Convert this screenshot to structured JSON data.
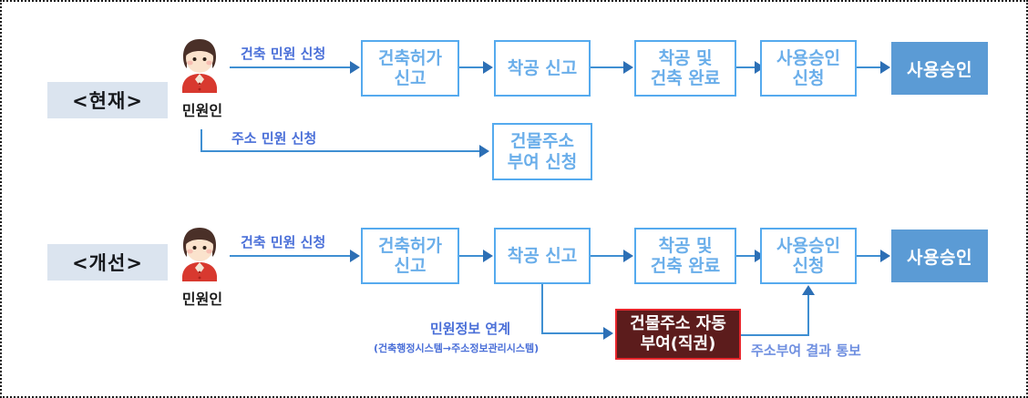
{
  "diagram": {
    "rows": [
      {
        "phase_label": "<현재>",
        "actor_caption": "민원인",
        "boxes": [
          {
            "name": "building-permit-report",
            "text": "건축허가\n신고"
          },
          {
            "name": "construction-start-report",
            "text": "착공 신고"
          },
          {
            "name": "construction-start-and-completion",
            "text": "착공 및\n건축 완료"
          },
          {
            "name": "use-approval-request",
            "text": "사용승인\n신청"
          },
          {
            "name": "use-approval",
            "text": "사용승인"
          },
          {
            "name": "building-address-assignment-request",
            "text": "건물주소\n부여 신청"
          }
        ],
        "edge_labels": [
          {
            "name": "building-civil-application",
            "text": "건축 민원 신청"
          },
          {
            "name": "address-civil-application",
            "text": "주소 민원 신청"
          }
        ]
      },
      {
        "phase_label": "<개선>",
        "actor_caption": "민원인",
        "boxes": [
          {
            "name": "building-permit-report",
            "text": "건축허가\n신고"
          },
          {
            "name": "construction-start-report",
            "text": "착공 신고"
          },
          {
            "name": "construction-start-and-completion",
            "text": "착공 및\n건축 완료"
          },
          {
            "name": "use-approval-request",
            "text": "사용승인\n신청"
          },
          {
            "name": "use-approval",
            "text": "사용승인"
          },
          {
            "name": "auto-address-assignment",
            "text": "건물주소  자동\n부여(직권)"
          }
        ],
        "edge_labels": [
          {
            "name": "building-civil-application",
            "text": "건축 민원 신청"
          },
          {
            "name": "civil-info-linkage",
            "text": "민원정보 연계"
          },
          {
            "name": "civil-info-linkage-systems",
            "text": "(건축행정시스템→주소정보관리시스템)"
          },
          {
            "name": "address-assignment-result-notice",
            "text": "주소부여 결과 통보"
          }
        ]
      }
    ]
  },
  "colors": {
    "box_outline": "#55aaee",
    "box_text": "#6aaeea",
    "filled_box": "#5b9bd5",
    "red_box_fill": "#5c1c1c",
    "red_box_border": "#e8262c",
    "connector": "#3f8fd2",
    "arrow_head": "#2c6fb5",
    "label_text": "#4a6fd8",
    "phase_chip_bg": "#dbe4ef"
  }
}
